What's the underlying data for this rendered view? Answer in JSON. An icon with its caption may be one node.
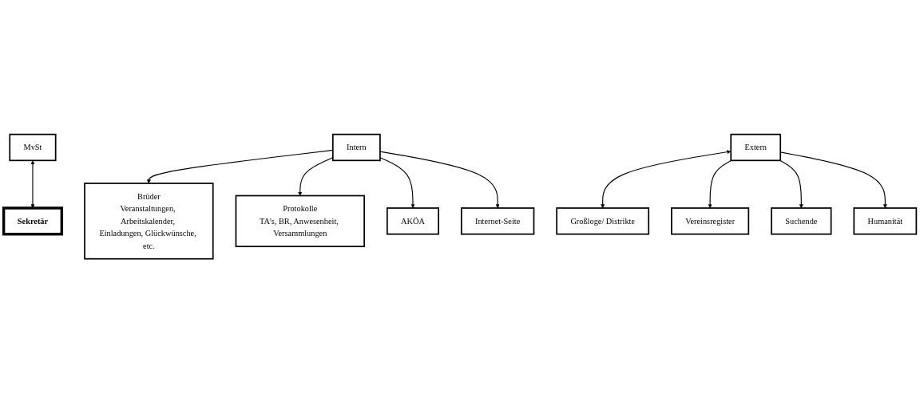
{
  "diagram": {
    "nodes": [
      {
        "text": [
          "MvSt"
        ]
      },
      {
        "text": [
          "Brüder",
          "Veranstaltungen, Arbeitskalender, Einladungen, Glückwünsche, etc."
        ]
      },
      {
        "text": [
          "Sekretär"
        ]
      },
      {
        "text": [
          "Großloge/ Distrikte"
        ]
      },
      {
        "text": [
          "Intern"
        ]
      },
      {
        "text": [
          "Extern"
        ]
      },
      {
        "text": [
          "Vereinsregister"
        ]
      },
      {
        "text": [
          "Protokolle",
          "TA’s, BR, Anwesenheit, Versammlungen"
        ]
      },
      {
        "text": [
          "Suchende"
        ]
      },
      {
        "text": [
          "AKÖA"
        ]
      },
      {
        "text": [
          "Internet-Seite"
        ]
      },
      {
        "text": [
          "Humanität"
        ]
      }
    ],
    "edges": [
      {
        "from": 0,
        "to": 2,
        "arrow": "both"
      },
      {
        "from": 4,
        "to": 1,
        "arrow": "to"
      },
      {
        "from": 4,
        "to": 7,
        "arrow": "to"
      },
      {
        "from": 4,
        "to": 9,
        "arrow": "to"
      },
      {
        "from": 4,
        "to": 10,
        "arrow": "to"
      },
      {
        "from": 5,
        "to": 3,
        "arrow": "both"
      },
      {
        "from": 5,
        "to": 6,
        "arrow": "to"
      },
      {
        "from": 5,
        "to": 8,
        "arrow": "to"
      },
      {
        "from": 5,
        "to": 11,
        "arrow": "to"
      }
    ]
  }
}
